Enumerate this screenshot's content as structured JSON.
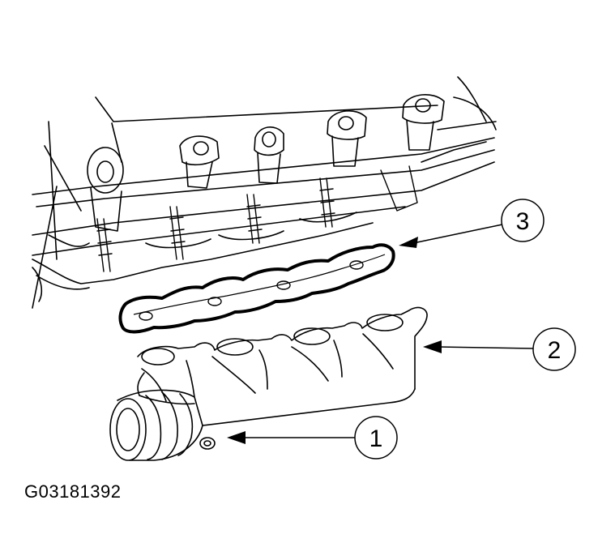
{
  "figure_id": "G03181392",
  "callouts": [
    {
      "number": "1"
    },
    {
      "number": "2"
    },
    {
      "number": "3"
    }
  ],
  "colors": {
    "ink": "#000000",
    "background": "#ffffff"
  }
}
